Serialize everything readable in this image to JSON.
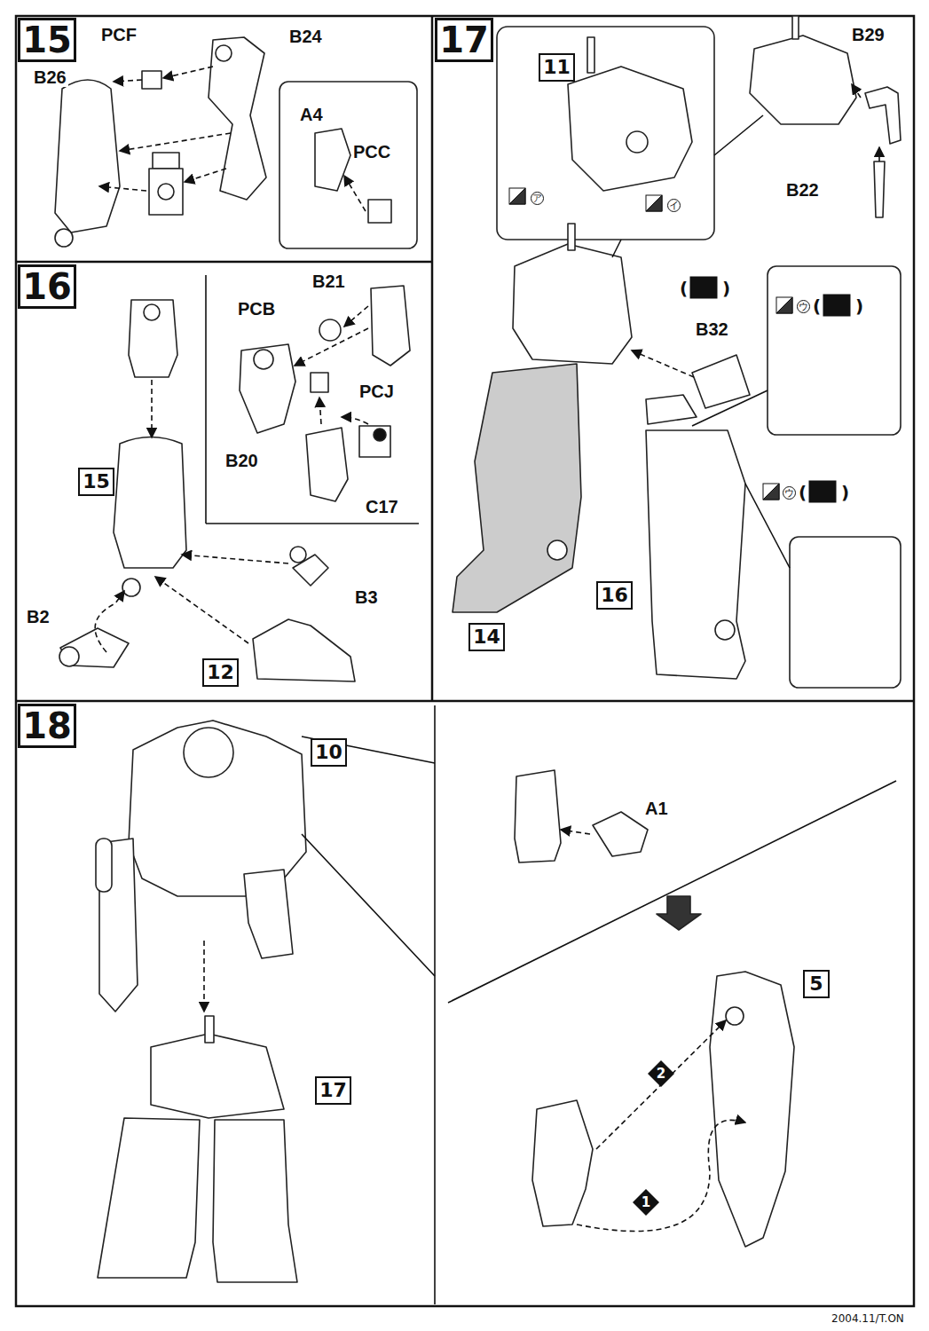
{
  "diagram": {
    "nodes": [
      {
        "text": [
          "15"
        ]
      },
      {
        "text": [
          "17"
        ]
      },
      {
        "text": [
          "11"
        ]
      },
      {
        "text": [
          "16"
        ]
      },
      {
        "text": [
          "15"
        ]
      },
      {
        "text": [
          "12"
        ]
      },
      {
        "text": [
          "14"
        ]
      },
      {
        "text": [
          "16"
        ]
      },
      {
        "text": [
          "18"
        ]
      },
      {
        "text": [
          "10"
        ]
      },
      {
        "text": [
          "17"
        ]
      },
      {
        "text": [
          "5"
        ]
      },
      {
        "text": [
          "2"
        ]
      },
      {
        "text": [
          "1"
        ]
      }
    ],
    "labels": [
      "PCF",
      "B24",
      "B26",
      "A4",
      "PCC",
      "B21",
      "PCB",
      "PCJ",
      "B20",
      "C17",
      "B2",
      "B3",
      "B29",
      "B22",
      "ア",
      "イ",
      "(",
      ")",
      "B32",
      "ウ",
      "(",
      ")",
      "ウ",
      "(",
      ")",
      "A1",
      "2004.11/T.ON"
    ]
  }
}
